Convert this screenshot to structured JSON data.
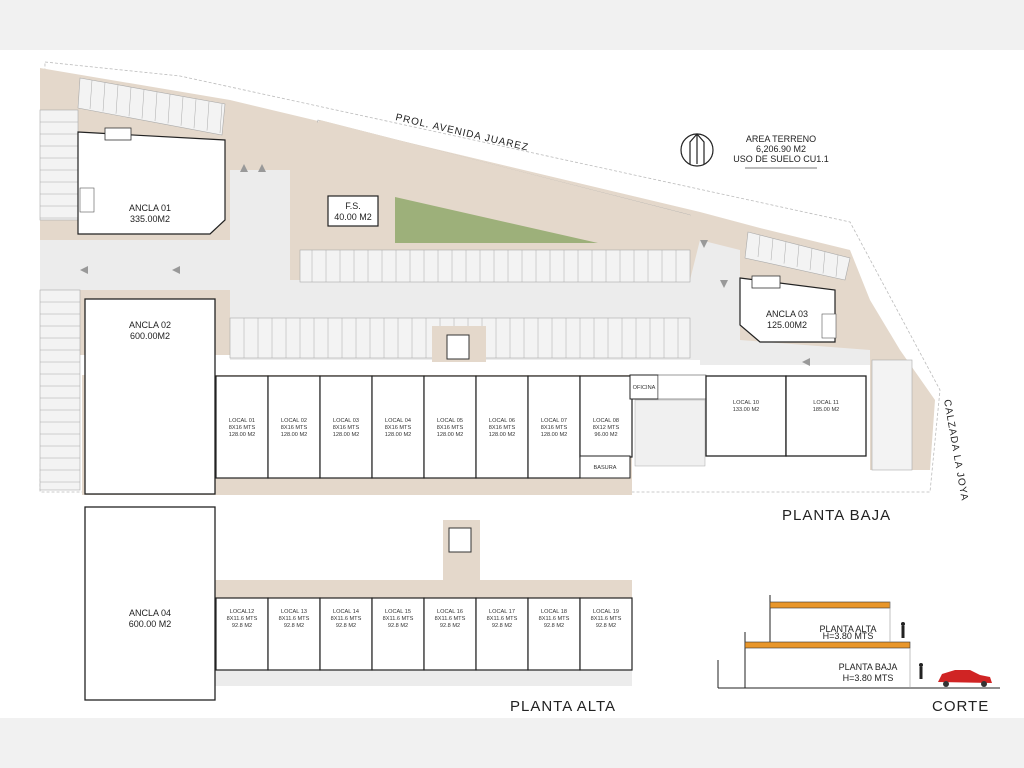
{
  "street_top": "PROL. AVENIDA JUAREZ",
  "street_right": "CALZADA LA JOYA",
  "area": {
    "line1": "AREA TERRENO",
    "line2": "6,206.90 M2",
    "line3": "USO DE SUELO CU1.1"
  },
  "anchors": [
    {
      "name": "ANCLA 01",
      "area": "335.00M2"
    },
    {
      "name": "ANCLA 02",
      "area": "600.00M2"
    },
    {
      "name": "ANCLA 03",
      "area": "125.00M2"
    },
    {
      "name": "ANCLA 04",
      "area": "600.00 M2"
    }
  ],
  "fs": {
    "name": "F.S.",
    "area": "40.00 M2"
  },
  "ground_locals": [
    {
      "name": "LOCAL 01",
      "dims": "8X16 MTS",
      "area": "128.00 M2"
    },
    {
      "name": "LOCAL 02",
      "dims": "8X16 MTS",
      "area": "128.00 M2"
    },
    {
      "name": "LOCAL 03",
      "dims": "8X16 MTS",
      "area": "128.00 M2"
    },
    {
      "name": "LOCAL 04",
      "dims": "8X16 MTS",
      "area": "128.00 M2"
    },
    {
      "name": "LOCAL 05",
      "dims": "8X16 MTS",
      "area": "128.00 M2"
    },
    {
      "name": "LOCAL 06",
      "dims": "8X16 MTS",
      "area": "128.00 M2"
    },
    {
      "name": "LOCAL 07",
      "dims": "8X16 MTS",
      "area": "128.00 M2"
    },
    {
      "name": "LOCAL 08",
      "dims": "8X12 MTS",
      "area": "96.00 M2"
    }
  ],
  "basura": "BASURA",
  "oficina": "OFICINA",
  "local10": {
    "name": "LOCAL 10",
    "area": "133.00 M2"
  },
  "local11": {
    "name": "LOCAL 11",
    "area": "185.00 M2"
  },
  "upper_locals": [
    {
      "name": "LOCAL12",
      "dims": "8X11.6 MTS",
      "area": "92.8 M2"
    },
    {
      "name": "LOCAL 13",
      "dims": "8X11.6 MTS",
      "area": "92.8 M2"
    },
    {
      "name": "LOCAL 14",
      "dims": "8X11.6 MTS",
      "area": "92.8 M2"
    },
    {
      "name": "LOCAL 15",
      "dims": "8X11.6 MTS",
      "area": "92.8 M2"
    },
    {
      "name": "LOCAL 16",
      "dims": "8X11.6 MTS",
      "area": "92.8 M2"
    },
    {
      "name": "LOCAL 17",
      "dims": "8X11.6 MTS",
      "area": "92.8 M2"
    },
    {
      "name": "LOCAL 18",
      "dims": "8X11.6 MTS",
      "area": "92.8 M2"
    },
    {
      "name": "LOCAL 19",
      "dims": "8X11.6 MTS",
      "area": "92.8 M2"
    }
  ],
  "titles": {
    "planta_baja": "PLANTA BAJA",
    "planta_alta": "PLANTA ALTA",
    "corte": "CORTE"
  },
  "section": {
    "alta_label": "PLANTA ALTA",
    "alta_height": "H=3.80 MTS",
    "baja_label": "PLANTA BAJA",
    "baja_height": "H=3.80 MTS"
  },
  "colors": {
    "sidewalk": "#e4d8cb",
    "parking": "#e9e9e9",
    "grass": "#9db07a",
    "slab": "#e8962a",
    "car": "#d02424"
  }
}
